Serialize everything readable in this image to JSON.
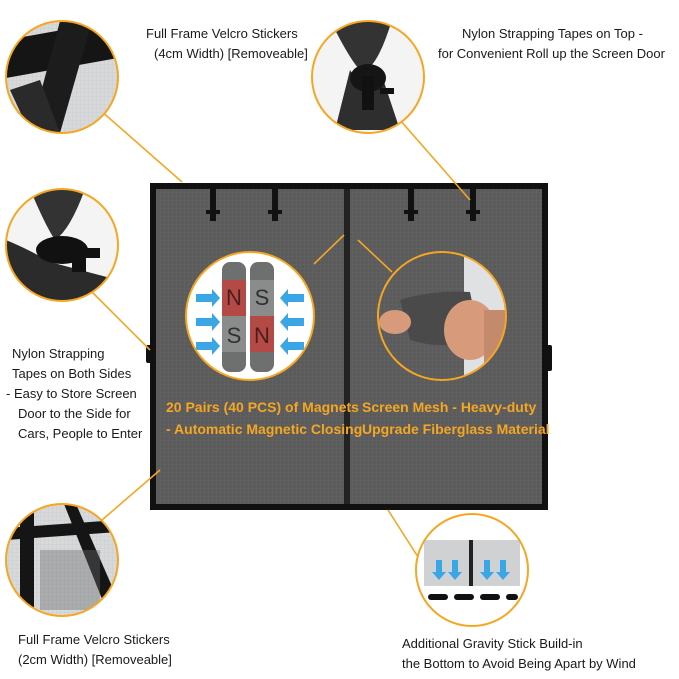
{
  "labels": {
    "top_left": {
      "line1": "Full Frame Velcro Stickers",
      "line2": "(4cm Width) [Removeable]"
    },
    "top_right": {
      "line1": "Nylon Strapping Tapes on Top -",
      "line2": "for Convenient Roll up the Screen Door"
    },
    "middle_left": {
      "line1": "Nylon Strapping",
      "line2": "Tapes on Both Sides",
      "line3": "- Easy to Store Screen",
      "line4": "Door to the Side for",
      "line5": "Cars, People to Enter"
    },
    "bottom_left": {
      "line1": "Full Frame Velcro Stickers",
      "line2": "(2cm Width) [Removeable]"
    },
    "bottom_right": {
      "line1": "Additional Gravity Stick Build-in",
      "line2": "the Bottom to Avoid Being Apart by Wind"
    }
  },
  "screen_text": {
    "magnets": {
      "line1": "20 Pairs (40 PCS) of Magnets",
      "line2": "- Automatic Magnetic Closing"
    },
    "mesh": {
      "line1": "Screen Mesh - Heavy-duty",
      "line2": "Upgrade Fiberglass Material"
    }
  },
  "magnet_letters": {
    "n": "N",
    "s": "S"
  },
  "colors": {
    "accent": "#f5a623",
    "screen": "#5b5b5b",
    "frame": "#1a1a1a",
    "arrow": "#3ba6e6"
  },
  "icons": [
    "magnet-icon",
    "arrow-right-icon",
    "arrow-left-icon",
    "arrow-down-icon"
  ]
}
